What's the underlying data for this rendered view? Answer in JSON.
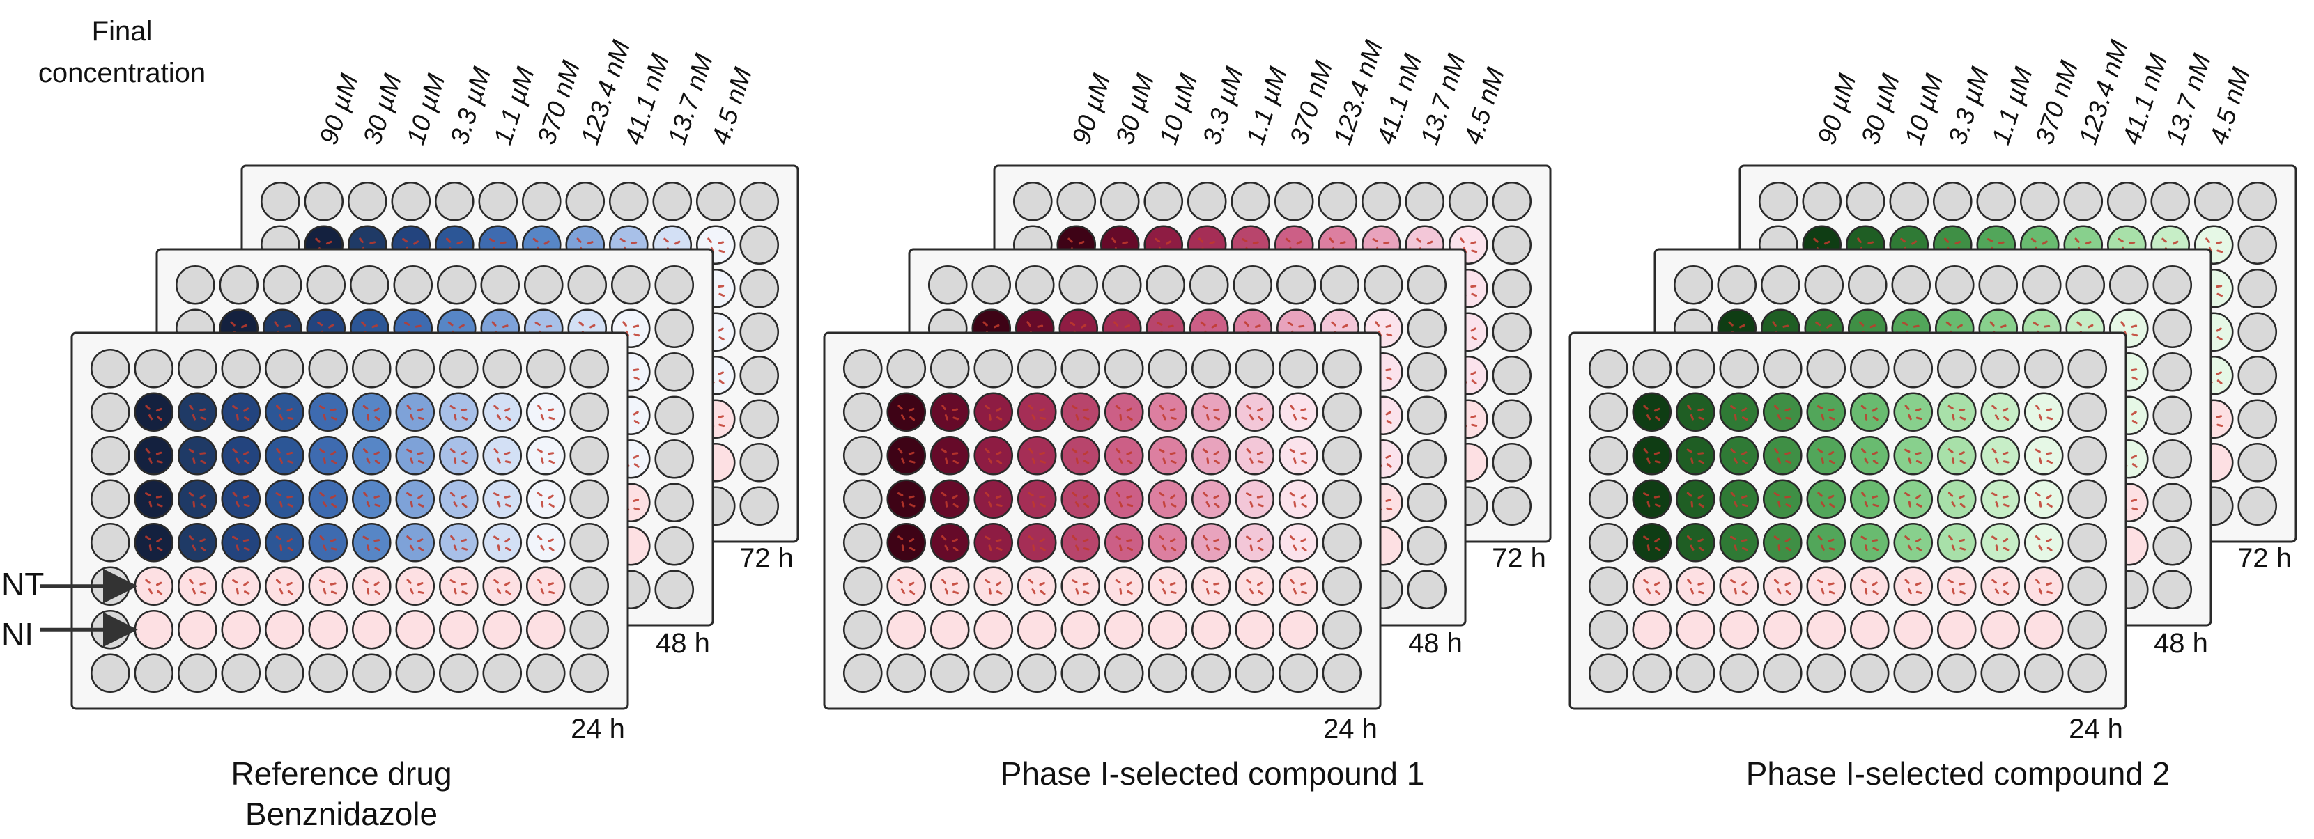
{
  "header": {
    "final_concentration_line1": "Final",
    "final_concentration_line2": "concentration"
  },
  "concentrations": [
    "90 µM",
    "30 µM",
    "10 µM",
    "3.3 µM",
    "1.1 µM",
    "370 nM",
    "123.4 nM",
    "41.1 nM",
    "13.7 nM",
    "4.5 nM"
  ],
  "control_labels": {
    "nt": "NT",
    "ni": "NI"
  },
  "time_labels": [
    "24 h",
    "48 h",
    "72 h"
  ],
  "colors": {
    "empty_well": "#d9d9d9",
    "control_well": "#fde0e3",
    "plate_fill": "#f7f7f7",
    "outline": "#2a2a2a",
    "parasite": "#c0392b"
  },
  "panels": [
    {
      "name": "benznidazole",
      "caption_lines": [
        "Reference drug",
        "Benznidazole"
      ],
      "gradient": [
        "#14213f",
        "#1f3a66",
        "#23447e",
        "#2c5696",
        "#3e6bb0",
        "#5786c6",
        "#7ea2d8",
        "#a8c0e8",
        "#d3e0f5",
        "#f2f5fb"
      ]
    },
    {
      "name": "compound-1",
      "caption_lines": [
        "Phase I-selected compound 1"
      ],
      "gradient": [
        "#3e0316",
        "#660a29",
        "#8e1c43",
        "#a52e56",
        "#b8456c",
        "#cc5f86",
        "#dc7fa0",
        "#e8a3bd",
        "#f3c7d8",
        "#fbe3ec"
      ]
    },
    {
      "name": "compound-2",
      "caption_lines": [
        "Phase I-selected compound 2"
      ],
      "gradient": [
        "#0f3d14",
        "#1f5e24",
        "#2f7a35",
        "#3f8f45",
        "#52a65a",
        "#69bb70",
        "#88d08d",
        "#a8e0a9",
        "#c7eec7",
        "#e6f8e6"
      ]
    }
  ]
}
